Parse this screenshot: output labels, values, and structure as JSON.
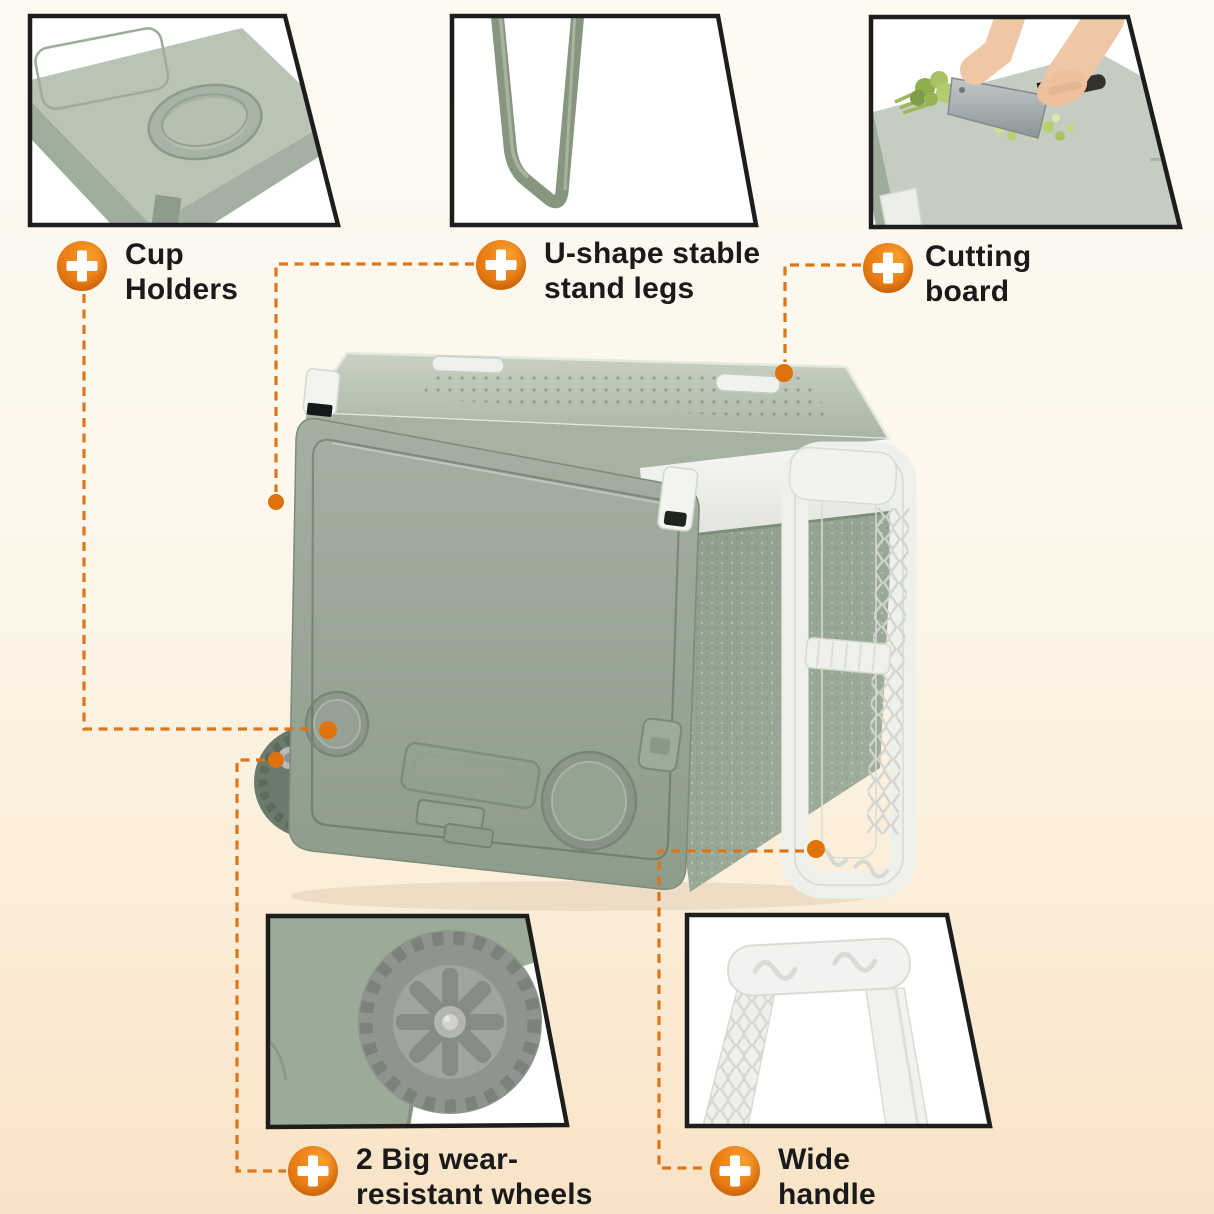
{
  "features": [
    {
      "id": "cup-holders",
      "line1": "Cup",
      "line2": "Holders",
      "icon": "plus-icon"
    },
    {
      "id": "stand-legs",
      "line1": "U-shape stable",
      "line2": "stand legs",
      "icon": "plus-icon"
    },
    {
      "id": "cutting-board",
      "line1": "Cutting",
      "line2": "board",
      "icon": "plus-icon"
    },
    {
      "id": "wheels",
      "line1": "2 Big wear-",
      "line2": "resistant wheels",
      "icon": "plus-icon"
    },
    {
      "id": "handle",
      "line1": "Wide",
      "line2": "handle",
      "icon": "plus-icon"
    }
  ],
  "colors": {
    "accent_orange": "#e2760f",
    "leader_line": "#dd7619",
    "leader_dot": "#e0720d",
    "label_text": "#1a1a1a",
    "product_green": "#99a497",
    "product_green_dark": "#8a9a87",
    "lid_white": "#f1f3ef",
    "handle_white": "#eef0eb",
    "wheel_gray": "#8f948f",
    "background_top": "#fdfaf2",
    "background_bottom": "#f8e3c6",
    "thumbnail_border": "#1d1d1d",
    "thumbnail_background": "#ffffff"
  }
}
